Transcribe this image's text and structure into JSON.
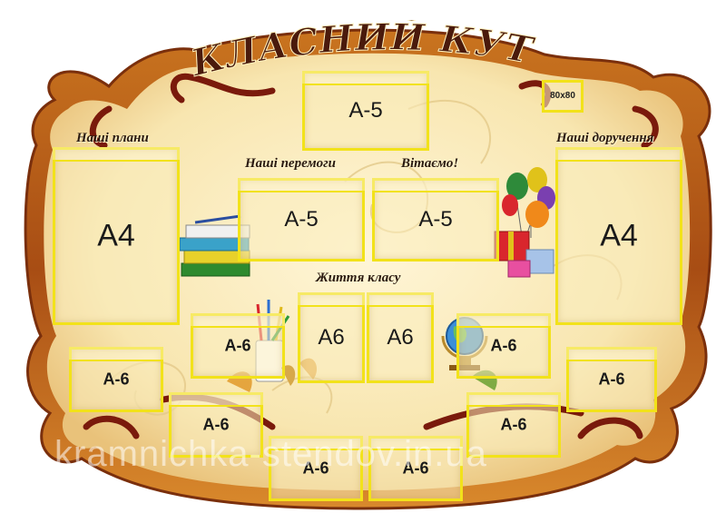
{
  "title": "КЛАСНИЙ КУТОЧОК",
  "headings": {
    "plans": "Наші плани",
    "assignments": "Наші доручення",
    "victories": "Наші перемоги",
    "congrats": "Вітаємо!",
    "class_life": "Життя класу"
  },
  "small_pocket_label": "80x80",
  "pockets": {
    "top_center": "А-5",
    "left_a4": "А4",
    "right_a4": "А4",
    "victories": "А-5",
    "congrats": "А-5",
    "life_left": "А6",
    "life_right": "А6",
    "mid_left_a6": "А-6",
    "mid_right_a6": "А-6",
    "left_a6": "А-6",
    "right_a6": "А-6",
    "bottom_left_a6": "А-6",
    "bottom_right_a6": "А-6",
    "bottom_center_left": "А-6",
    "bottom_center_right": "А-6"
  },
  "watermark": "kramnichka-stendov.in.ua",
  "colors": {
    "frame": "#8b3a12",
    "panel": "#fbeec0",
    "pocket_border": "#f2e21a"
  }
}
